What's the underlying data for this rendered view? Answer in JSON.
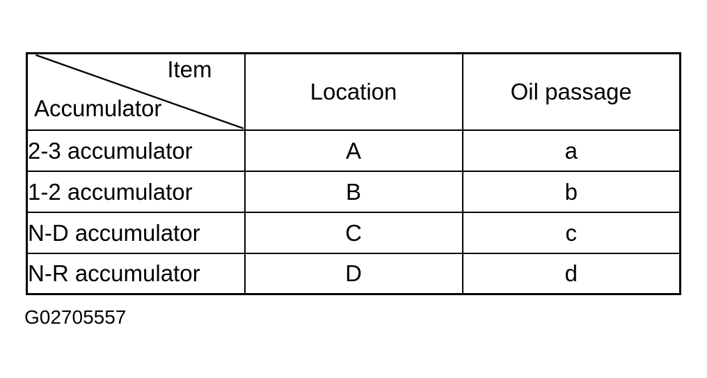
{
  "colors": {
    "ink": "#000000",
    "background": "#ffffff"
  },
  "table": {
    "corner": {
      "item_label": "Item",
      "accumulator_label": "Accumulator"
    },
    "column_headers": [
      "Location",
      "Oil passage"
    ],
    "rows": [
      {
        "item": "2-3 accumulator",
        "location": "A",
        "oil_passage": "a"
      },
      {
        "item": "1-2 accumulator",
        "location": "B",
        "oil_passage": "b"
      },
      {
        "item": "N-D accumulator",
        "location": "C",
        "oil_passage": "c"
      },
      {
        "item": "N-R accumulator",
        "location": "D",
        "oil_passage": "d"
      }
    ]
  },
  "caption": {
    "figure_id": "G02705557"
  }
}
